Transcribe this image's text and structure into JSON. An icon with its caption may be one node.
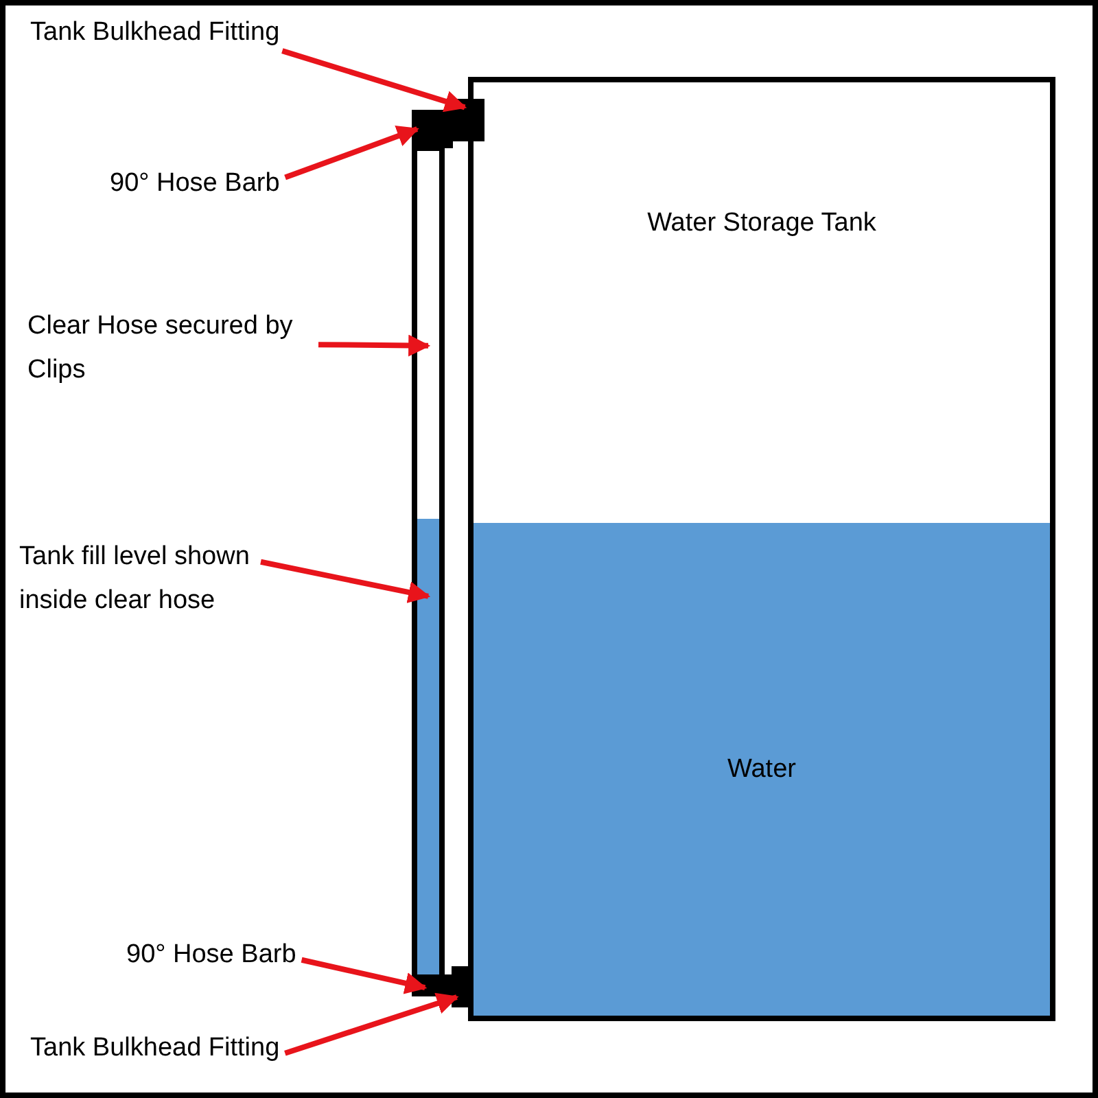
{
  "diagram": {
    "nodes": [
      {
        "text": [
          "Tank Bulkhead Fitting"
        ]
      },
      {
        "text": [],
        "shape": "box"
      },
      {
        "text": [
          "90° Hose Barb"
        ]
      },
      {
        "text": [],
        "shape": "box"
      },
      {
        "text": [
          "Clear Hose secured by Clips"
        ]
      },
      {
        "text": [],
        "shape": "bar"
      },
      {
        "text": [
          "Tank fill level shown inside clear hose"
        ]
      },
      {
        "text": [],
        "shape": "bar",
        "in": 5
      },
      {
        "text": [
          "Water Storage Tank"
        ]
      },
      {
        "text": [
          "Water"
        ],
        "in": 8
      },
      {
        "text": [
          "90° Hose Barb"
        ]
      },
      {
        "text": [],
        "shape": "box"
      },
      {
        "text": [
          "Tank Bulkhead Fitting"
        ]
      },
      {
        "text": [],
        "shape": "box"
      }
    ],
    "edges": [
      {
        "from": 0,
        "to": 1,
        "arrow": "to"
      },
      {
        "from": 2,
        "to": 3,
        "arrow": "to"
      },
      {
        "from": 4,
        "to": 5,
        "arrow": "to"
      },
      {
        "from": 6,
        "to": 7,
        "arrow": "to"
      },
      {
        "from": 10,
        "to": 11,
        "arrow": "to"
      },
      {
        "from": 12,
        "to": 13,
        "arrow": "to"
      }
    ]
  }
}
